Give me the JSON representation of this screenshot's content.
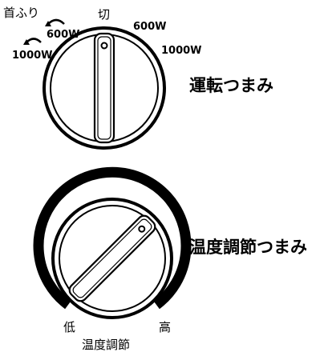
{
  "operation_knob": {
    "swing_label": "首ふり",
    "off_label": "切",
    "left_600": "600W",
    "right_600": "600W",
    "left_1000": "1000W",
    "right_1000": "1000W",
    "caption": "運転つまみ"
  },
  "temperature_knob": {
    "caption": "温度調節つまみ",
    "low_label": "低",
    "high_label": "高",
    "scale_label": "温度調節"
  }
}
